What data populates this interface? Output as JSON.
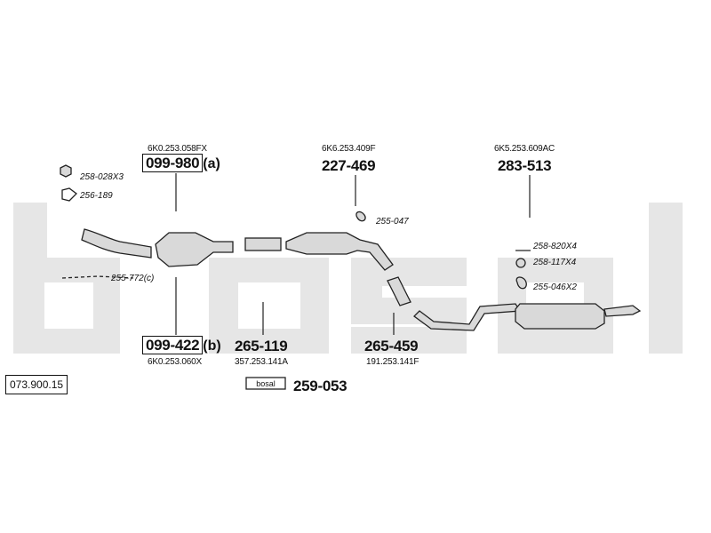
{
  "diagram_id": "073.900.15",
  "brand": "bosal",
  "parts": [
    {
      "key": "p1",
      "part": "099-980",
      "suffix": "(a)",
      "oe": "6K0.253.058FX"
    },
    {
      "key": "p2",
      "part": "227-469",
      "oe": "6K6.253.409F"
    },
    {
      "key": "p3",
      "part": "283-513",
      "oe": "6K5.253.609AC"
    },
    {
      "key": "p4",
      "part": "099-422",
      "suffix": "(b)",
      "oe": "6K0.253.060X"
    },
    {
      "key": "p5",
      "part": "265-119",
      "oe": "357.253.141A"
    },
    {
      "key": "p6",
      "part": "265-459",
      "oe": "191.253.141F"
    },
    {
      "key": "p7",
      "part": "259-053"
    }
  ],
  "accessories": {
    "a1": "258-028X3",
    "a2": "256-189",
    "a3": "255-772(c)",
    "a4": "255-047",
    "a5": "258-820X4",
    "a6": "258-117X4",
    "a7": "255-046X2"
  },
  "colors": {
    "watermark": "#e6e6e6",
    "line": "#222222",
    "part_fill": "#d9d9d9"
  }
}
